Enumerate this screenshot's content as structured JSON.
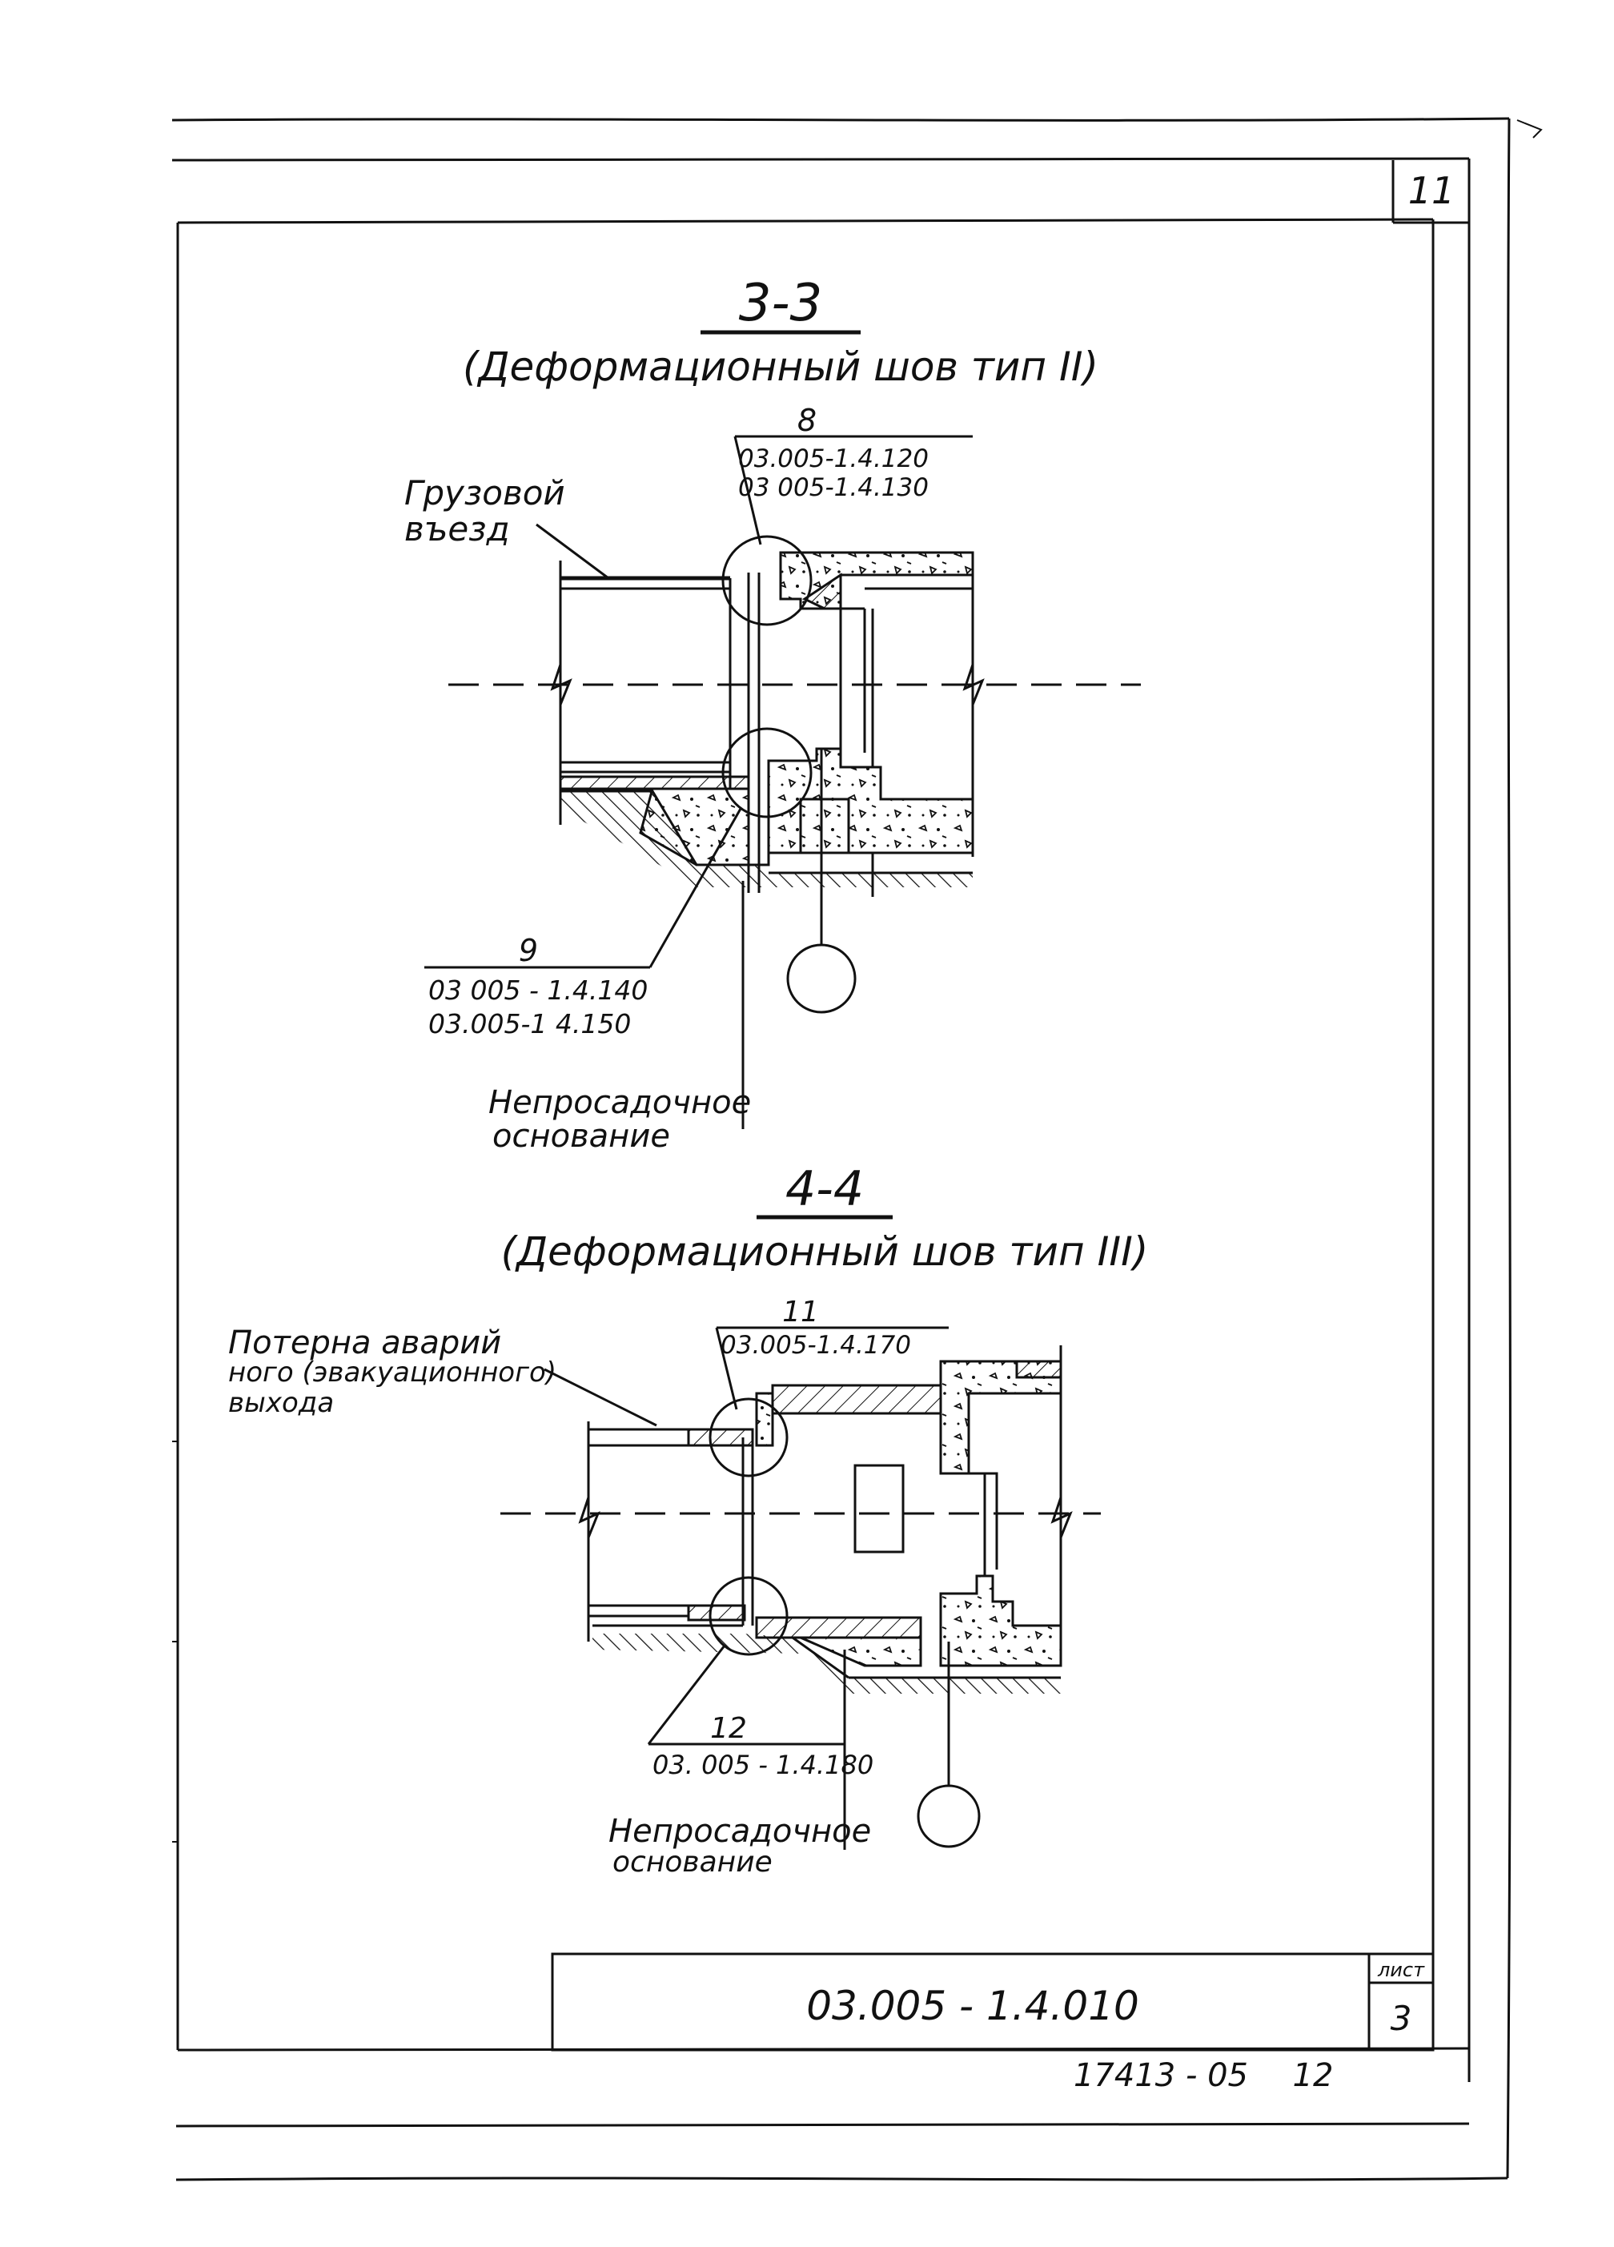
{
  "sheet": {
    "page_number": "11",
    "document_code": "03.005 - 1.4.010",
    "sheet_label": "лист",
    "sheet_number": "3",
    "archive_number": "17413 - 05",
    "archive_copy": "12"
  },
  "section_3_3": {
    "title": "3-3",
    "subtitle": "(Деформационный шов тип II)",
    "label_cargo_line1": "Грузовой",
    "label_cargo_line2": "въезд",
    "callout_top_number": "8",
    "callout_top_ref1": "03.005-1.4.120",
    "callout_top_ref2": "03 005-1.4.130",
    "callout_bottom_number": "9",
    "callout_bottom_ref1": "03 005 - 1.4.140",
    "callout_bottom_ref2": "03.005-1 4.150",
    "label_base_line1": "Непросадочное",
    "label_base_line2": "основание"
  },
  "section_4_4": {
    "title": "4-4",
    "subtitle": "(Деформационный шов тип III)",
    "label_tunnel_line1": "Потерна аварий",
    "label_tunnel_line2": "ного (эвакуационного)",
    "label_tunnel_line3": "выхода",
    "callout_top_number": "11",
    "callout_top_ref1": "03.005-1.4.170",
    "callout_bottom_number": "12",
    "callout_bottom_ref1": "03. 005 - 1.4.180",
    "label_base_line1": "Непросадочное",
    "label_base_line2": "основание"
  }
}
